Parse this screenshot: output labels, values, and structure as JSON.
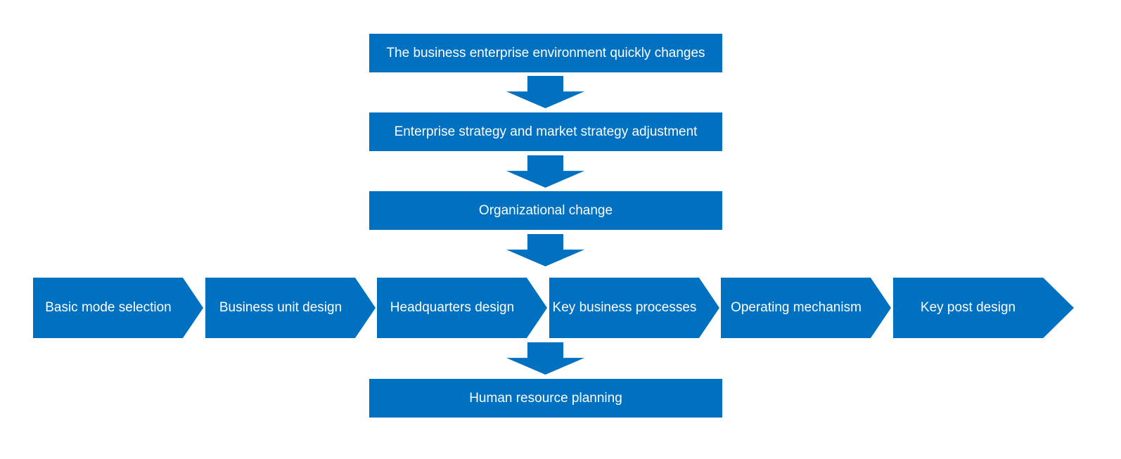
{
  "flow": {
    "steps": [
      "The business enterprise environment quickly changes",
      "Enterprise strategy and market strategy adjustment",
      "Organizational change"
    ],
    "final": "Human resource planning"
  },
  "process": {
    "items": [
      "Basic mode selection",
      "Business unit design",
      "Headquarters design",
      "Key  business processes",
      "Operating mechanism",
      "Key  post design"
    ]
  },
  "colors": {
    "primary": "#0070C0",
    "text": "#FFFFFF",
    "background": "#FFFFFF"
  }
}
